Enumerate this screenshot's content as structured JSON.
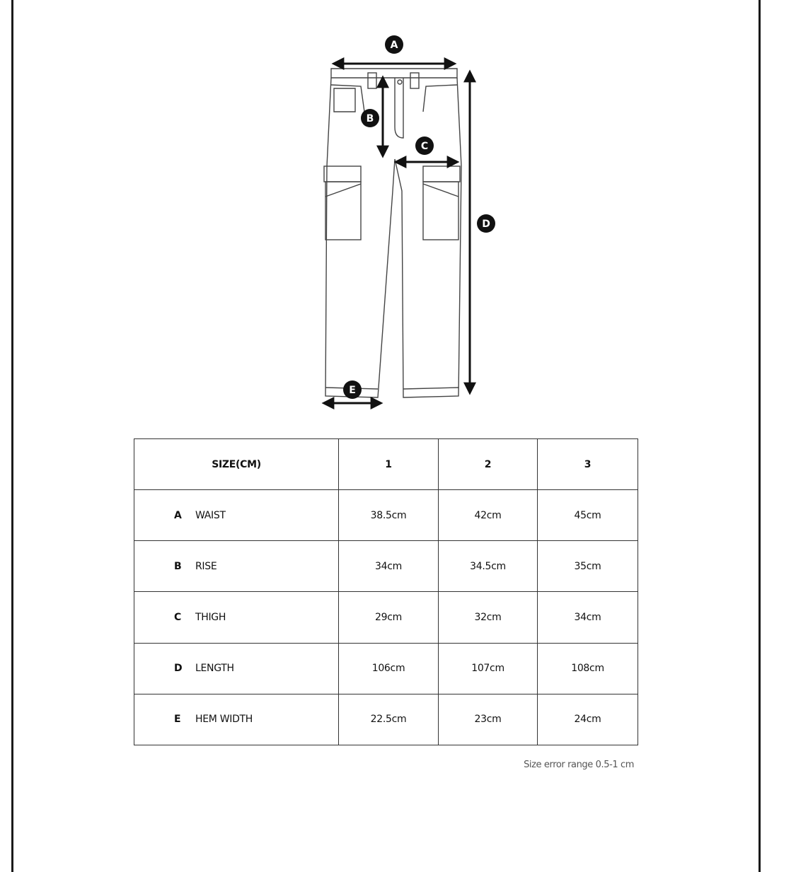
{
  "diagram": {
    "markers": [
      "A",
      "B",
      "C",
      "D",
      "E"
    ]
  },
  "table": {
    "header": [
      "SIZE(CM)",
      "1",
      "2",
      "3"
    ],
    "rows": [
      {
        "code": "A",
        "name": "WAIST",
        "values": [
          "38.5cm",
          "42cm",
          "45cm"
        ]
      },
      {
        "code": "B",
        "name": "RISE",
        "values": [
          "34cm",
          "34.5cm",
          "35cm"
        ]
      },
      {
        "code": "C",
        "name": "THIGH",
        "values": [
          "29cm",
          "32cm",
          "34cm"
        ]
      },
      {
        "code": "D",
        "name": "LENGTH",
        "values": [
          "106cm",
          "107cm",
          "108cm"
        ]
      },
      {
        "code": "E",
        "name": "HEM WIDTH",
        "values": [
          "22.5cm",
          "23cm",
          "24cm"
        ]
      }
    ]
  },
  "note": "Size error range 0.5-1 cm"
}
